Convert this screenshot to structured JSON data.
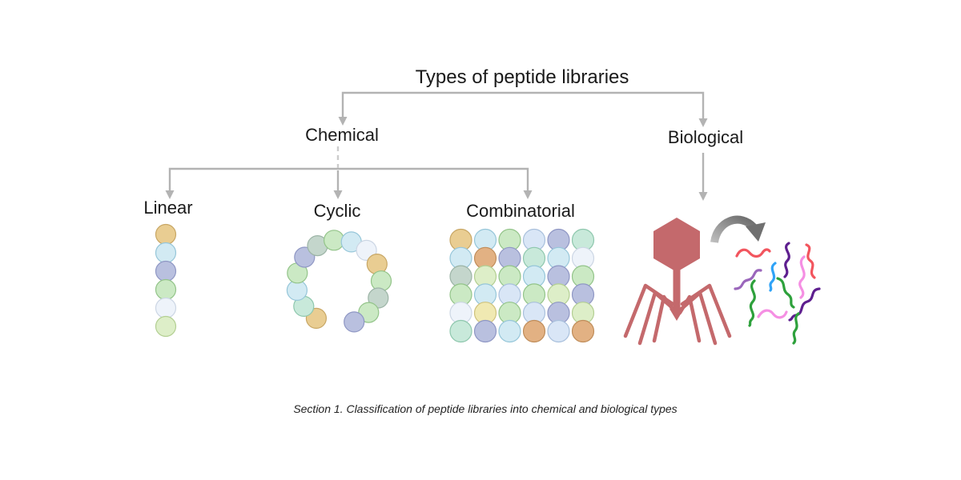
{
  "title": "Types of peptide libraries",
  "caption": "Section 1. Classification of peptide libraries into chemical and biological types",
  "tree": {
    "chemical": {
      "label": "Chemical",
      "children": [
        {
          "label": "Linear"
        },
        {
          "label": "Cyclic"
        },
        {
          "label": "Combinatorial"
        }
      ]
    },
    "biological": {
      "label": "Biological"
    }
  },
  "colors": {
    "connector": "#b3b3b3",
    "dashed_connector": "#cccccc",
    "text": "#1a1a1a"
  },
  "palette": {
    "tan": {
      "fill": "#e9cd92",
      "stroke": "#c8a765"
    },
    "orange": {
      "fill": "#e2b183",
      "stroke": "#c08d5a"
    },
    "lightblue": {
      "fill": "#d2eaf3",
      "stroke": "#96c6d9"
    },
    "paleblue": {
      "fill": "#d9e6f6",
      "stroke": "#a9c0dc"
    },
    "lavender": {
      "fill": "#b9c0df",
      "stroke": "#8f97c4"
    },
    "green": {
      "fill": "#cbe9c4",
      "stroke": "#93c489"
    },
    "palegreen": {
      "fill": "#ddeec8",
      "stroke": "#b3cf92"
    },
    "teal": {
      "fill": "#c8e9da",
      "stroke": "#8ec7ad"
    },
    "sage": {
      "fill": "#c4d6cc",
      "stroke": "#9cb4a6"
    },
    "white": {
      "fill": "#eef3fa",
      "stroke": "#ccd6e4"
    },
    "yellow": {
      "fill": "#f0e9b2",
      "stroke": "#cfc27c"
    }
  },
  "illustrations": {
    "linear": {
      "beads": [
        "tan",
        "lightblue",
        "lavender",
        "green",
        "white",
        "palegreen"
      ]
    },
    "cyclic": {
      "beads": [
        "tan",
        "teal",
        "lightblue",
        "green",
        "lavender",
        "sage",
        "green",
        "lightblue",
        "white",
        "tan",
        "green",
        "sage",
        "green",
        "lavender"
      ]
    },
    "combinatorial": {
      "rows": [
        [
          "tan",
          "lightblue",
          "green",
          "paleblue",
          "lavender",
          "teal"
        ],
        [
          "lightblue",
          "orange",
          "lavender",
          "teal",
          "lightblue",
          "white"
        ],
        [
          "sage",
          "palegreen",
          "green",
          "lightblue",
          "lavender",
          "green"
        ],
        [
          "green",
          "lightblue",
          "paleblue",
          "green",
          "palegreen",
          "lavender"
        ],
        [
          "white",
          "yellow",
          "green",
          "paleblue",
          "lavender",
          "palegreen"
        ],
        [
          "teal",
          "lavender",
          "lightblue",
          "orange",
          "paleblue",
          "orange"
        ]
      ]
    },
    "biological": {
      "phage": {
        "name": "bacteriophage",
        "color": "#c4696c"
      },
      "display_arrow": {
        "color_start": "#bdbdbd",
        "color_end": "#6b6b6b",
        "head_color": "#707070"
      },
      "squiggles": [
        {
          "name": "red-wave",
          "color": "#f2555e"
        },
        {
          "name": "purple-coil",
          "color": "#5e1f8f"
        },
        {
          "name": "red-coil",
          "color": "#f2555e"
        },
        {
          "name": "pink-coil",
          "color": "#f58fe3"
        },
        {
          "name": "blue-coil",
          "color": "#2fa3f7"
        },
        {
          "name": "violet-coil",
          "color": "#9a66bb"
        },
        {
          "name": "green-coil",
          "color": "#2ea13c"
        },
        {
          "name": "green-coil-2",
          "color": "#2ea13c"
        },
        {
          "name": "pink-wave",
          "color": "#f58fe3"
        },
        {
          "name": "purple-coil-2",
          "color": "#5e1f8f"
        },
        {
          "name": "green-coil-3",
          "color": "#2ea13c"
        }
      ]
    }
  }
}
